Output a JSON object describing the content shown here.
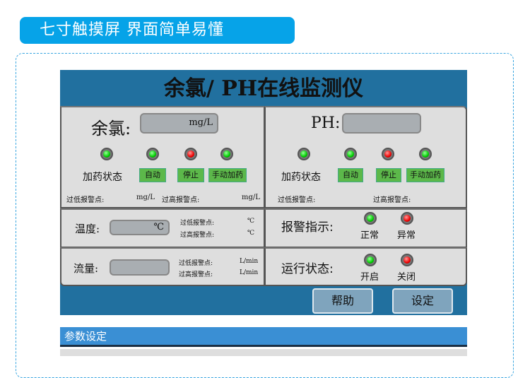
{
  "banner": "七寸触摸屏 界面简单易懂",
  "screen": {
    "title": "余氯/ PH在线监测仪",
    "chlorine": {
      "label": "余氯:",
      "unit": "mg/L",
      "status_label": "加药状态",
      "buttons": [
        "自动",
        "停止",
        "手动加药"
      ],
      "leds": [
        "green",
        "green",
        "red",
        "green"
      ],
      "low_alarm": "过低报警点:",
      "low_unit": "mg/L",
      "high_alarm": "过高报警点:",
      "high_unit": "mg/L"
    },
    "ph": {
      "label": "PH:",
      "status_label": "加药状态",
      "buttons": [
        "自动",
        "停止",
        "手动加药"
      ],
      "leds": [
        "green",
        "green",
        "red",
        "green"
      ],
      "low_alarm": "过低报警点:",
      "high_alarm": "过高报警点:"
    },
    "temperature": {
      "label": "温度:",
      "unit": "℃",
      "low_alarm": "过低报警点:",
      "low_unit": "℃",
      "high_alarm": "过高报警点:",
      "high_unit": "℃"
    },
    "flow": {
      "label": "流量:",
      "low_alarm": "过低报警点:",
      "low_unit": "L/min",
      "high_alarm": "过高报警点:",
      "high_unit": "L/min"
    },
    "alarm": {
      "label": "报警指示:",
      "normal": "正常",
      "abnormal": "异常"
    },
    "run": {
      "label": "运行状态:",
      "on": "开启",
      "off": "关闭"
    },
    "help_button": "帮助",
    "settings_button": "设定"
  },
  "param_title": "参数设定",
  "colors": {
    "banner": "#06a3e8",
    "screen": "#21709f",
    "param_bar": "#3a8fd4"
  }
}
